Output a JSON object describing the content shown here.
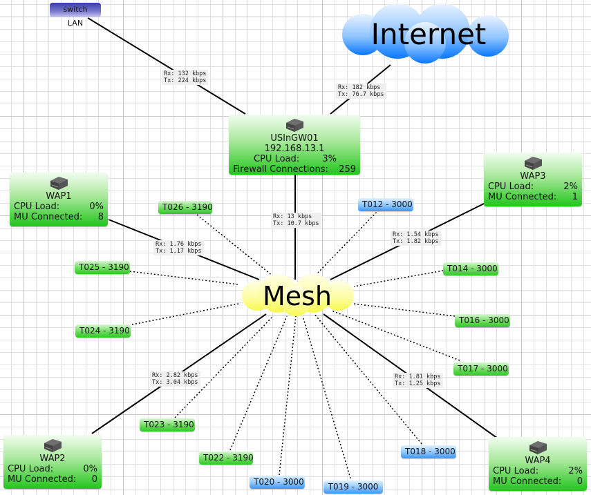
{
  "diagram": {
    "title": "Network topology map",
    "clouds": {
      "internet": {
        "label": "Internet",
        "color": "#1f8cff"
      },
      "mesh": {
        "label": "Mesh",
        "color": "#fbfb80"
      }
    },
    "switch": {
      "label": "switch LAN",
      "color": "#5050bb"
    },
    "gateway": {
      "name": "USInGW01",
      "ip": "192.168.13.1",
      "cpu_label": "CPU Load:",
      "cpu_value": "3%",
      "fw_label": "Firewall Connections:",
      "fw_value": "259"
    },
    "waps": [
      {
        "name": "WAP1",
        "cpu_label": "CPU Load:",
        "cpu_value": "0%",
        "mu_label": "MU Connected:",
        "mu_value": "8"
      },
      {
        "name": "WAP2",
        "cpu_label": "CPU Load:",
        "cpu_value": "0%",
        "mu_label": "MU Connected:",
        "mu_value": "0"
      },
      {
        "name": "WAP3",
        "cpu_label": "CPU Load:",
        "cpu_value": "2%",
        "mu_label": "MU Connected:",
        "mu_value": "1"
      },
      {
        "name": "WAP4",
        "cpu_label": "CPU Load:",
        "cpu_value": "2%",
        "mu_label": "MU Connected:",
        "mu_value": "0"
      }
    ],
    "terminals": [
      {
        "label": "T026 - 3190",
        "color": "green"
      },
      {
        "label": "T025 - 3190",
        "color": "green"
      },
      {
        "label": "T024 - 3190",
        "color": "green"
      },
      {
        "label": "T023 - 3190",
        "color": "green"
      },
      {
        "label": "T022 - 3190",
        "color": "green"
      },
      {
        "label": "T020 - 3000",
        "color": "blue"
      },
      {
        "label": "T019 -  3000",
        "color": "blue"
      },
      {
        "label": "T018 - 3000",
        "color": "blue"
      },
      {
        "label": "T017 - 3000",
        "color": "green"
      },
      {
        "label": "T016 - 3000",
        "color": "green"
      },
      {
        "label": "T014 - 3000",
        "color": "green"
      },
      {
        "label": "T012 - 3000",
        "color": "blue"
      }
    ],
    "link_stats": {
      "switch_gw": {
        "rx": "Rx: 132 kbps",
        "tx": "Tx: 224 kbps"
      },
      "internet_gw": {
        "rx": "Rx: 182 kbps",
        "tx": "Tx: 76.7 kbps"
      },
      "gw_mesh": {
        "rx": "Rx: 13 kbps",
        "tx": "Tx: 10.7 kbps"
      },
      "wap1_mesh": {
        "rx": "Rx: 1.76 kbps",
        "tx": "Tx: 1.17 kbps"
      },
      "wap3_mesh": {
        "rx": "Rx: 1.54 kbps",
        "tx": "Tx: 1.82 kbps"
      },
      "wap2_mesh": {
        "rx": "Rx: 2.82 kbps",
        "tx": "Tx: 3.04 kbps"
      },
      "wap4_mesh": {
        "rx": "Rx: 1.81 kbps",
        "tx": "Tx: 1.25 kbps"
      }
    },
    "icons": {
      "device": "network-device-icon"
    }
  }
}
